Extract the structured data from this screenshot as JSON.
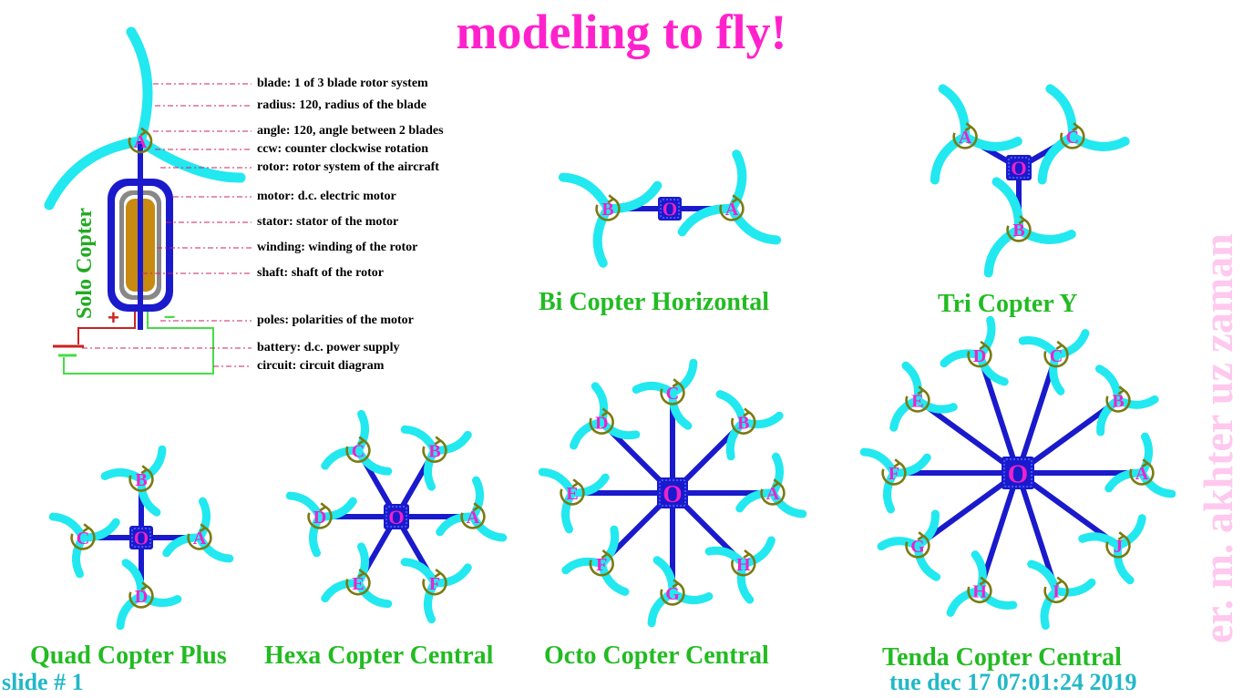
{
  "title": "modeling to fly!",
  "author": "er. m. akhter uz zaman",
  "slide": "slide # 1",
  "timestamp": "tue dec 17 07:01:24 2019",
  "solo": {
    "title": "Solo Copter",
    "rotor_label": "A",
    "legend": [
      "blade: 1 of 3 blade rotor system",
      "radius: 120, radius of the blade",
      "angle: 120, angle between 2 blades",
      "ccw: counter clockwise rotation",
      "rotor: rotor system of the aircraft",
      "motor: d.c. electric motor",
      "stator: stator of the motor",
      "winding: winding of the rotor",
      "shaft: shaft of the rotor",
      "poles: polarities of the motor",
      "battery: d.c. power supply",
      "circuit: circuit diagram"
    ],
    "plus": "+",
    "minus": "–"
  },
  "center_label": "O",
  "copters": [
    {
      "name": "Bi Copter  Horizontal",
      "rotors": [
        "A",
        "B"
      ]
    },
    {
      "name": "Tri Copter Y",
      "rotors": [
        "A",
        "C",
        "B"
      ]
    },
    {
      "name": "Quad Copter Plus",
      "rotors": [
        "A",
        "B",
        "C",
        "D"
      ]
    },
    {
      "name": "Hexa Copter Central",
      "rotors": [
        "A",
        "B",
        "C",
        "D",
        "E",
        "F"
      ]
    },
    {
      "name": "Octo Copter Central",
      "rotors": [
        "A",
        "B",
        "C",
        "D",
        "E",
        "F",
        "G",
        "H"
      ]
    },
    {
      "name": "Tenda Copter Central",
      "rotors": [
        "A",
        "B",
        "C",
        "D",
        "E",
        "F",
        "G",
        "H",
        "I",
        "J"
      ]
    }
  ],
  "colors": {
    "title": "#ff22cc",
    "blade": "#22e8f0",
    "arm": "#1a1acc",
    "rotor_label": "#ee22cc",
    "ccw_arrow": "#7a7a10",
    "caption": "#22bb22",
    "footer": "#22b8c8",
    "author": "#ffc8ee",
    "stator": "#888888",
    "winding": "#c88a10",
    "wire_pos": "#cc2222",
    "wire_neg": "#44dd44"
  },
  "icons": {
    "rotation": "ccw-arrow-icon",
    "hub": "hub-square-icon"
  }
}
